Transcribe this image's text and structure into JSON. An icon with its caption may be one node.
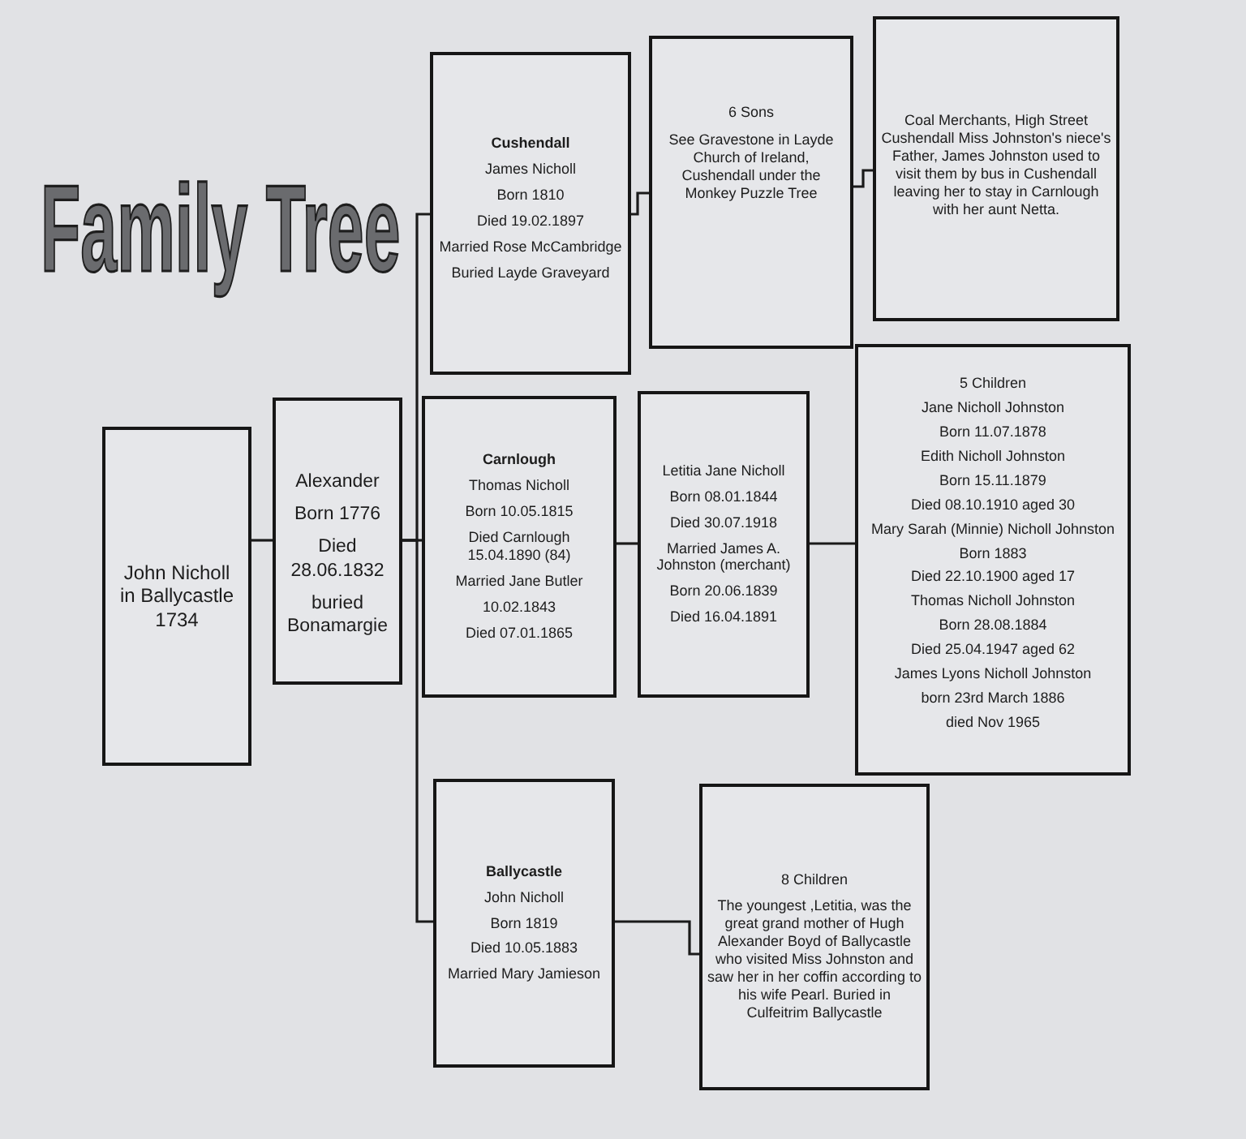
{
  "diagram": {
    "title": "Family Tree",
    "nodes": [
      {
        "text": [
          "John Nicholl in Ballycastle 1734"
        ]
      },
      {
        "text": [
          "Alexander",
          "Born 1776",
          "Died 28.06.1832",
          "buried Bonamargie"
        ]
      },
      {
        "text": [
          "Cushendall",
          "James Nicholl",
          "Born 1810",
          "Died 19.02.1897",
          "Married Rose McCambridge",
          "Buried Layde Graveyard"
        ]
      },
      {
        "text": [
          "6 Sons",
          "See Gravestone in Layde Church of Ireland, Cushendall under the Monkey Puzzle Tree"
        ]
      },
      {
        "text": [
          "Coal Merchants, High Street Cushendall Miss Johnston's niece's Father, James Johnston used to visit them by bus in Cushendall leaving her to stay in Carnlough with her aunt Netta."
        ]
      },
      {
        "text": [
          "Carnlough",
          "Thomas Nicholl",
          "Born 10.05.1815",
          "Died Carnlough 15.04.1890 (84)",
          "Married Jane Butler",
          "10.02.1843",
          "Died 07.01.1865"
        ]
      },
      {
        "text": [
          "Letitia Jane Nicholl",
          "Born 08.01.1844",
          "Died 30.07.1918",
          "Married James A. Johnston (merchant)",
          "Born 20.06.1839",
          "Died 16.04.1891"
        ]
      },
      {
        "text": [
          "5 Children",
          "Jane Nicholl Johnston",
          "Born 11.07.1878",
          "Edith Nicholl Johnston",
          "Born 15.11.1879",
          "Died 08.10.1910 aged 30",
          "Mary Sarah (Minnie) Nicholl Johnston",
          "Born 1883",
          "Died 22.10.1900 aged 17",
          "Thomas Nicholl Johnston",
          "Born 28.08.1884",
          "Died 25.04.1947 aged 62",
          "James Lyons Nicholl Johnston",
          "born 23rd March 1886",
          "died Nov 1965"
        ]
      },
      {
        "text": [
          "Ballycastle",
          "John Nicholl",
          "Born 1819",
          "Died 10.05.1883",
          "Married Mary Jamieson"
        ]
      },
      {
        "text": [
          "8 Children",
          "The youngest ,Letitia, was the great grand mother of Hugh Alexander Boyd of Ballycastle who visited Miss Johnston and saw her in her coffin according to his wife Pearl. Buried in Culfeitrim Ballycastle"
        ]
      }
    ],
    "edges": [
      {
        "from": 0,
        "to": 1,
        "arrow": "none"
      },
      {
        "from": 1,
        "to": 2,
        "arrow": "none"
      },
      {
        "from": 1,
        "to": 5,
        "arrow": "none"
      },
      {
        "from": 1,
        "to": 8,
        "arrow": "none"
      },
      {
        "from": 2,
        "to": 3,
        "arrow": "none"
      },
      {
        "from": 3,
        "to": 4,
        "arrow": "none"
      },
      {
        "from": 5,
        "to": 6,
        "arrow": "none"
      },
      {
        "from": 6,
        "to": 7,
        "arrow": "none"
      },
      {
        "from": 8,
        "to": 9,
        "arrow": "none"
      }
    ]
  }
}
